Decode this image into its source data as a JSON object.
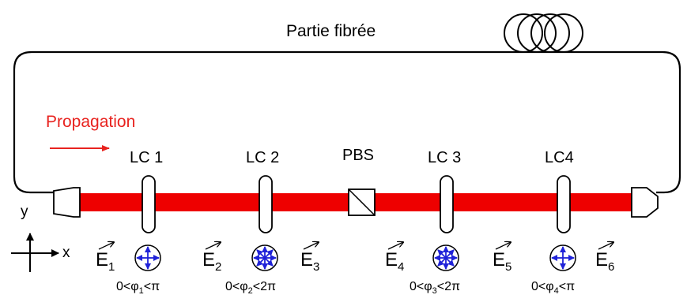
{
  "title": "Partie fibrée",
  "propagation_label": "Propagation",
  "components": {
    "lc1": "LC 1",
    "lc2": "LC 2",
    "pbs": "PBS",
    "lc3": "LC 3",
    "lc4": "LC4"
  },
  "axes": {
    "x": "x",
    "y": "y"
  },
  "vectors": [
    {
      "base": "E",
      "sub": "1"
    },
    {
      "base": "E",
      "sub": "2"
    },
    {
      "base": "E",
      "sub": "3"
    },
    {
      "base": "E",
      "sub": "4"
    },
    {
      "base": "E",
      "sub": "5"
    },
    {
      "base": "E",
      "sub": "6"
    }
  ],
  "conditions": [
    {
      "pre": "0<φ",
      "sub": "1",
      "post": "<π"
    },
    {
      "pre": "0<φ",
      "sub": "2",
      "post": "<2π"
    },
    {
      "pre": "0<φ",
      "sub": "3",
      "post": "<2π"
    },
    {
      "pre": "0<φ",
      "sub": "4",
      "post": "<π"
    }
  ],
  "colors": {
    "beam": "#ee0000",
    "propagation": "#e8231f",
    "polarization": "#1f22d8",
    "outline": "#000000"
  },
  "icons": [
    "fiber-coil-icon",
    "propagation-arrow-icon",
    "polarization-icon"
  ]
}
